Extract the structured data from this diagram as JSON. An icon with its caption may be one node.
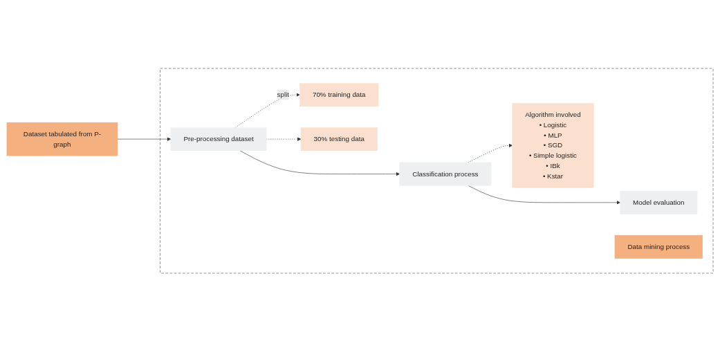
{
  "diagram": {
    "nodes": [
      {
        "text": [],
        "shape": "box"
      },
      {
        "text": [
          "Dataset tabulated from P-graph"
        ]
      },
      {
        "text": [
          "Pre-processing dataset"
        ],
        "in": 0
      },
      {
        "text": [
          "70% training data"
        ],
        "in": 0
      },
      {
        "text": [
          "30% testing data"
        ],
        "in": 0
      },
      {
        "text": [
          "Classification process"
        ],
        "in": 0
      },
      {
        "text": [
          "Model evaluation"
        ],
        "in": 0
      },
      {
        "text": [
          "Algorithm involved",
          "• Logistic",
          "• MLP",
          "• SGD",
          "• Simple logistic",
          "• IBk",
          "• Kstar"
        ],
        "in": 0
      },
      {
        "text": [
          "Data mining process"
        ],
        "in": 0
      }
    ],
    "edges": [
      {
        "from": 1,
        "to": 2,
        "arrow": "to"
      },
      {
        "from": 2,
        "to": 3,
        "arrow": "to",
        "style": "dashed",
        "label": "split"
      },
      {
        "from": 2,
        "to": 4,
        "arrow": "to",
        "style": "dashed"
      },
      {
        "from": 2,
        "to": 5,
        "arrow": "to"
      },
      {
        "from": 5,
        "to": 6,
        "arrow": "to"
      },
      {
        "from": 5,
        "to": 7,
        "arrow": "to",
        "style": "dashed"
      }
    ]
  }
}
